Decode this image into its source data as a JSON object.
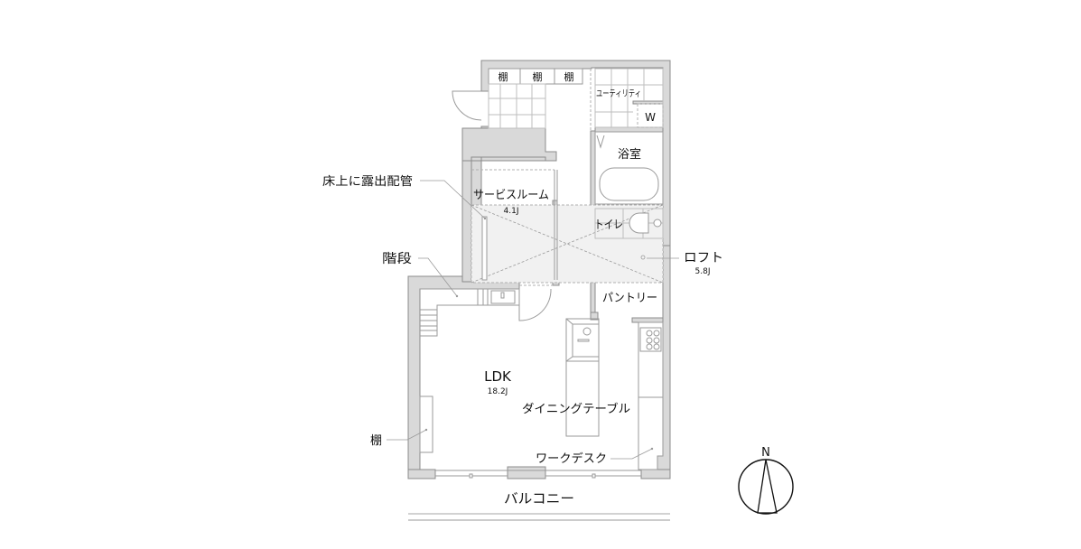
{
  "plan": {
    "rooms": {
      "shelves_top": [
        "棚",
        "棚",
        "棚"
      ],
      "utility": "ユーティリティ",
      "washer": "W",
      "bath": "浴室",
      "service_room": "サービスルーム",
      "service_room_area": "4.1J",
      "toilet": "トイレ",
      "pantry": "パントリー",
      "ldk": "LDK",
      "ldk_area": "18.2J",
      "dining_table": "ダイニングテーブル"
    },
    "callouts": {
      "exposed_pipe": "床上に露出配管",
      "stairs": "階段",
      "shelf": "棚",
      "loft": "ロフト",
      "loft_area": "5.8J",
      "work_desk": "ワークデスク",
      "balcony": "バルコニー"
    },
    "compass": {
      "north_label": "N"
    }
  },
  "colors": {
    "wall_fill": "#d9d9d9",
    "wall_stroke": "#8c8c8c",
    "loft_fill": "#f1f1f1",
    "line": "#9a9a9a",
    "text": "#111111"
  }
}
